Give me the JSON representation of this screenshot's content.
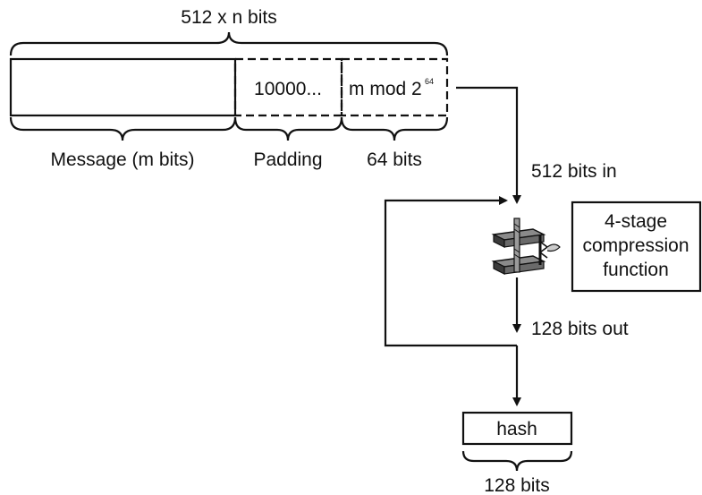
{
  "top_label": "512 x n bits",
  "message_block": {
    "padding_text": "10000...",
    "length_text_main": "m mod 2",
    "length_text_exp": "64"
  },
  "segment_labels": {
    "message": "Message (m bits)",
    "padding": "Padding",
    "length": "64 bits"
  },
  "flow": {
    "bits_in": "512 bits in",
    "bits_out": "128 bits out"
  },
  "compression_box": {
    "line1": "4-stage",
    "line2": "compression",
    "line3": "function"
  },
  "hash": {
    "label": "hash",
    "size_label": "128 bits"
  },
  "icons": [
    "clamp-press-icon"
  ],
  "colors": {
    "stroke": "#111111",
    "press_fill": "#8a8a8a",
    "press_dark": "#3a3a3a"
  }
}
